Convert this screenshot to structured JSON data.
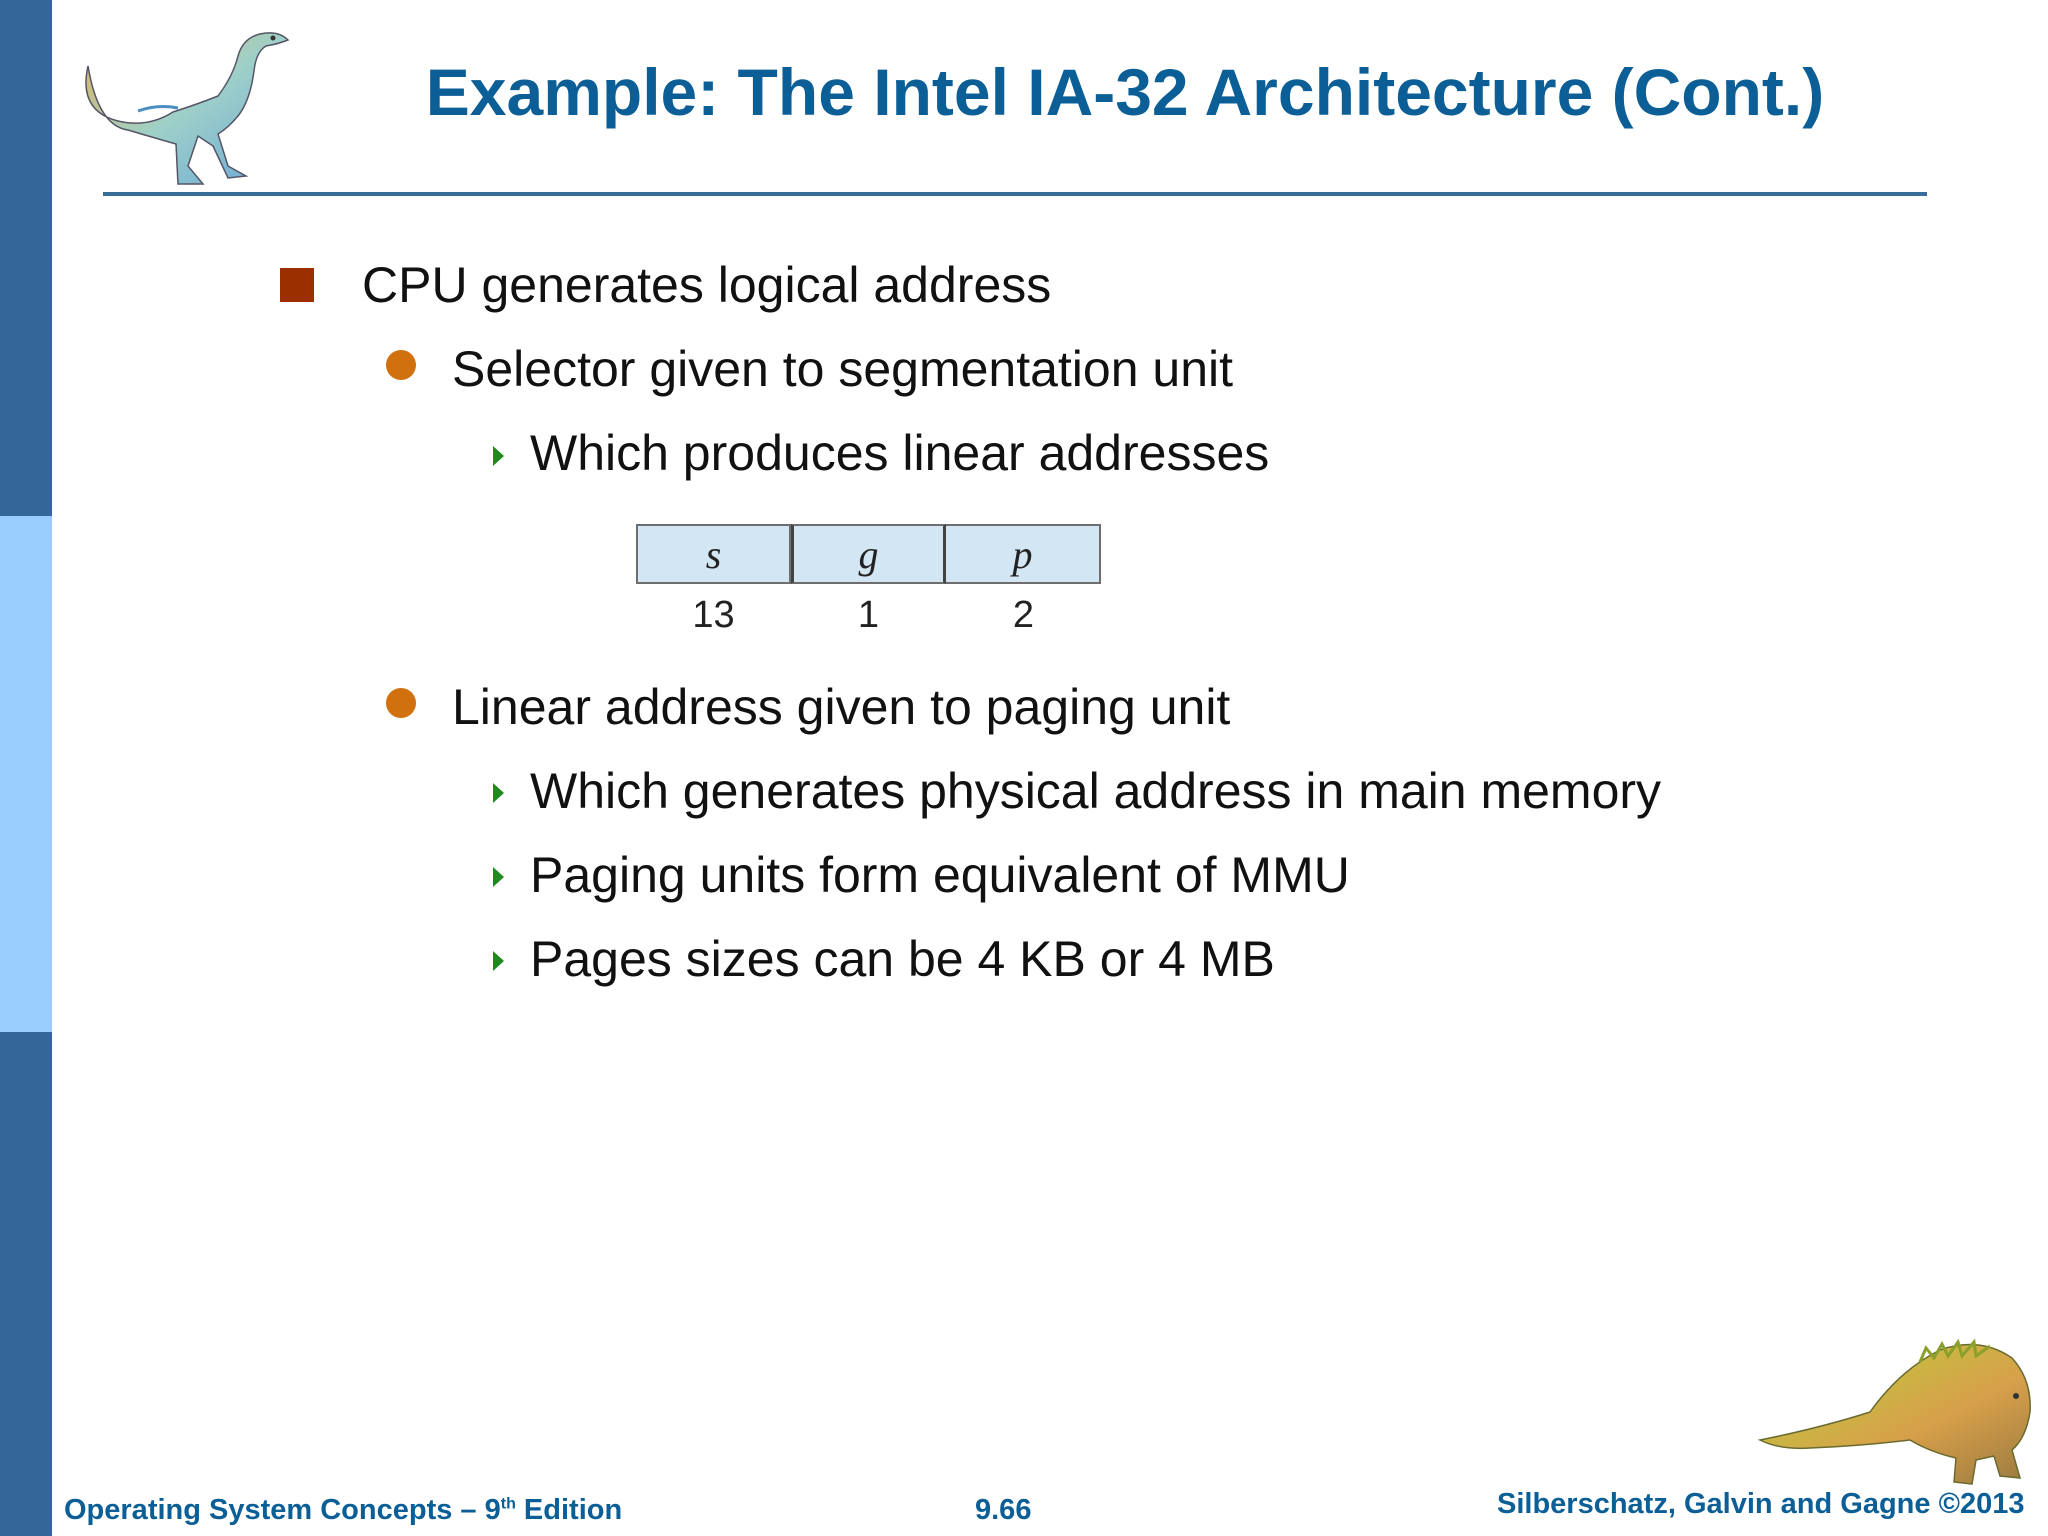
{
  "slide": {
    "title": "Example: The Intel IA-32 Architecture (Cont.)",
    "bullets": {
      "b1": "CPU generates logical address",
      "b1_1": "Selector given to segmentation unit",
      "b1_1_1": "Which produces linear addresses",
      "b2": "Linear address given to paging unit",
      "b2_1": "Which generates physical address in main memory",
      "b2_2": "Paging units form equivalent of MMU",
      "b2_3": "Pages sizes can be 4 KB or 4 MB"
    },
    "selector_format": {
      "fields": [
        "s",
        "g",
        "p"
      ],
      "bits": [
        "13",
        "1",
        "2"
      ]
    }
  },
  "footer": {
    "left_prefix": "Operating System Concepts – 9",
    "left_sup": "th",
    "left_suffix": " Edition",
    "center": "9.66",
    "right": "Silberschatz, Galvin and Gagne ©2013"
  },
  "colors": {
    "title": "#0b5f96",
    "sidebar_dark": "#346699",
    "sidebar_light": "#99ccff",
    "square_bullet": "#9b2f00",
    "dot_bullet": "#d0700f",
    "arrow_bullet": "#1f8a1f"
  },
  "icons": {
    "top_left": "dinosaur-standing-icon",
    "bottom_right": "dinosaur-crouching-icon"
  }
}
